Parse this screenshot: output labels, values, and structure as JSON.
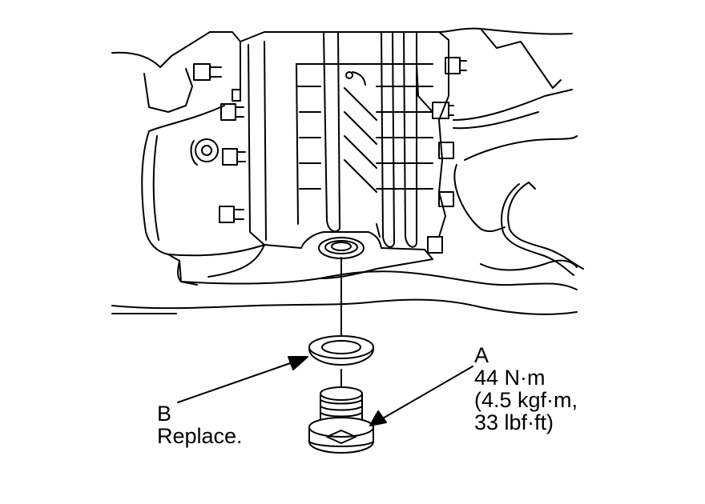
{
  "callouts": {
    "a": {
      "letter": "A",
      "torque_nm": "44 N·m",
      "torque_kgf": "(4.5 kgf·m,",
      "torque_lbf": "33 lbf·ft)"
    },
    "b": {
      "letter": "B",
      "note": "Replace."
    }
  },
  "colors": {
    "line": "#000000",
    "background": "#ffffff"
  }
}
